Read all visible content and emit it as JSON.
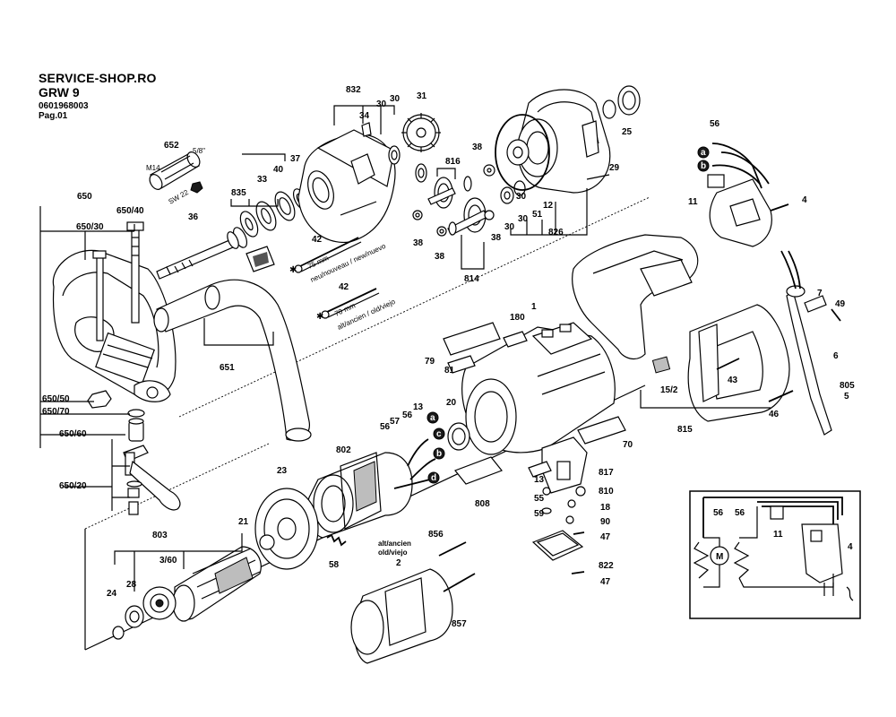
{
  "header": {
    "shop": "SERVICE-SHOP.RO",
    "model": "GRW 9",
    "part_number": "0601968003",
    "page": "Pag.01"
  },
  "labels": {
    "p832": "832",
    "p30a": "30",
    "p30b": "30",
    "p31": "31",
    "p34": "34",
    "p652": "652",
    "m14": "M14",
    "in58": "5/8\"",
    "sw22": "SW 22",
    "p37": "37",
    "p40": "40",
    "p33": "33",
    "p835": "835",
    "p36": "36",
    "p650": "650",
    "p650_30": "650/30",
    "p650_40": "650/40",
    "p42a": "42",
    "neu": "75 mm",
    "neu_txt": "neu/nouveau / new/nuevo",
    "p42b": "42",
    "alt": "70 mm",
    "alt_txt": "alt/ancien / old/viejo",
    "p651": "651",
    "p650_50": "650/50",
    "p650_70": "650/70",
    "p650_60": "650/60",
    "p650_20": "650/20",
    "p816": "816",
    "p38a": "38",
    "p38b": "38",
    "p38c": "38",
    "p38d": "38",
    "p814": "814",
    "p30c": "30",
    "p30d": "30",
    "p30e": "30",
    "p51": "51",
    "p12": "12",
    "p826": "826",
    "p29": "29",
    "p25": "25",
    "p56a": "56",
    "a": "a",
    "b": "b",
    "p11": "11",
    "p4": "4",
    "p7": "7",
    "p49": "49",
    "p6": "6",
    "p805": "805",
    "p5": "5",
    "p180": "180",
    "p1": "1",
    "p79": "79",
    "p81": "81",
    "p43": "43",
    "p15_2": "15/2",
    "p46": "46",
    "p815": "815",
    "p20": "20",
    "p13a": "13",
    "p56b": "56",
    "p57": "57",
    "p56c": "56",
    "c": "c",
    "d": "d",
    "p802": "802",
    "p70": "70",
    "p23": "23",
    "p21": "21",
    "p803": "803",
    "p3_60": "3/60",
    "p28": "28",
    "p24": "24",
    "p58": "58",
    "p808": "808",
    "p13b": "13",
    "p55": "55",
    "p59": "59",
    "p817": "817",
    "p810": "810",
    "p18": "18",
    "p90": "90",
    "p47a": "47",
    "p822": "822",
    "p47b": "47",
    "alt2": "alt/ancien",
    "old2": "old/viejo",
    "p2": "2",
    "p856": "856",
    "p857": "857",
    "w56a": "56",
    "w56b": "56",
    "w11": "11",
    "w4": "4",
    "wM": "M"
  }
}
